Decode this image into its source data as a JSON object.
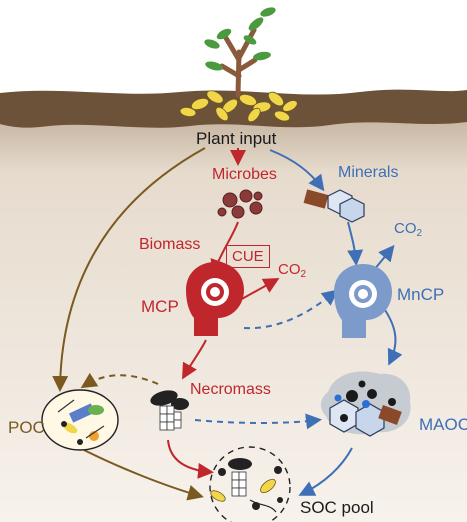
{
  "labels": {
    "plant_input": "Plant input",
    "microbes": "Microbes",
    "minerals": "Minerals",
    "biomass": "Biomass",
    "cue": "CUE",
    "co2_main": "CO",
    "co2_sub": "2",
    "mcp": "MCP",
    "mncp": "MnCP",
    "necromass": "Necromass",
    "poc": "POC",
    "maoc": "MAOC",
    "soc_pool": "SOC pool"
  },
  "colors": {
    "microbial_pathway": "#c0272d",
    "mineral_pathway": "#3f6fb5",
    "particulate_pathway": "#7a5a1e",
    "soil_top": "#6b5238",
    "soil_body": "#efe6dc"
  }
}
